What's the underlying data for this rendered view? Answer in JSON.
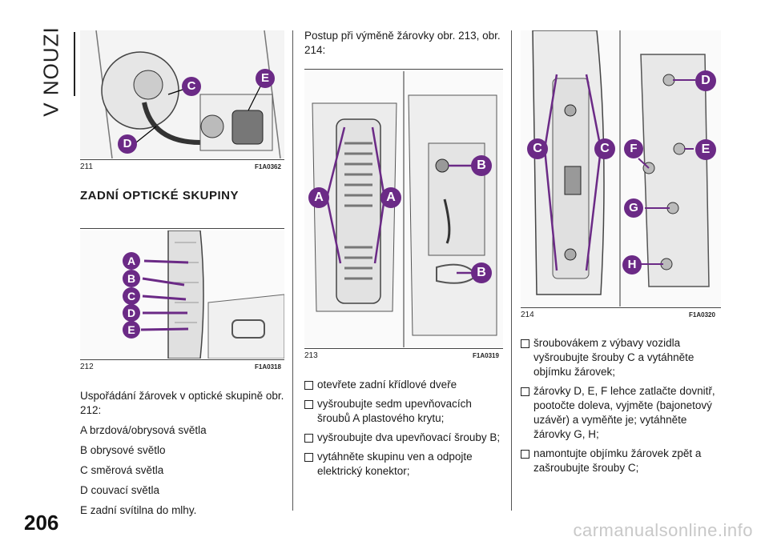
{
  "section_title": "V NOUZI",
  "page_number": "206",
  "watermark": "carmanualsonline.info",
  "figures": {
    "f211": {
      "number": "211",
      "code": "F1A0362",
      "labels": [
        "C",
        "E",
        "D"
      ]
    },
    "f212": {
      "number": "212",
      "code": "F1A0318",
      "labels": [
        "A",
        "B",
        "C",
        "D",
        "E"
      ]
    },
    "f213": {
      "number": "213",
      "code": "F1A0319",
      "labels": [
        "A",
        "A",
        "B",
        "B"
      ]
    },
    "f214": {
      "number": "214",
      "code": "F1A0320",
      "labels": [
        "D",
        "C",
        "C",
        "F",
        "E",
        "G",
        "H"
      ]
    }
  },
  "col1": {
    "heading": "ZADNÍ OPTICKÉ SKUPINY",
    "intro": "Uspořádání žárovek v optické skupině obr. 212:",
    "items": [
      "A brzdová/obrysová světla",
      "B obrysové světlo",
      "C směrová světla",
      "D couvací světla",
      "E zadní svítilna do mlhy."
    ]
  },
  "col2": {
    "intro": "Postup při výměně žárovky obr. 213, obr. 214:",
    "steps": [
      "otevřete zadní křídlové dveře",
      "vyšroubujte sedm upevňovacích šroubů A plastového krytu;",
      "vyšroubujte dva upevňovací šrouby B;",
      "vytáhněte skupinu ven a odpojte elektrický konektor;"
    ]
  },
  "col3": {
    "steps": [
      "šroubovákem z výbavy vozidla vyšroubujte šrouby C a vytáhněte objímku žárovek;",
      "žárovky D, E, F lehce zatlačte dovnitř, pootočte doleva, vyjměte (bajonetový uzávěr) a vyměňte je; vytáhněte žárovky G, H;",
      "namontujte objímku žárovek zpět a zašroubujte šrouby C;"
    ]
  }
}
